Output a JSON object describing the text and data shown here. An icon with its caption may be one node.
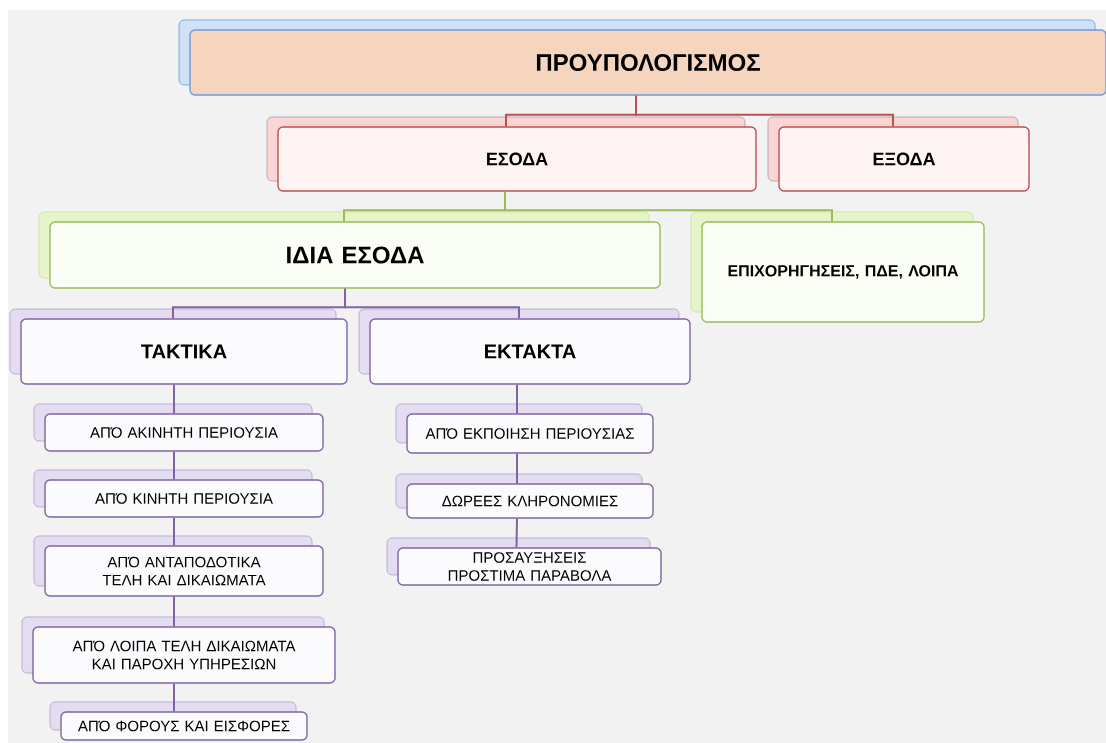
{
  "diagram": {
    "nodes": [
      {
        "text": [
          "ΠΡΟΥΠΟΛΟΓΙΣΜΟΣ"
        ]
      },
      {
        "text": [
          "ΕΣΟΔΑ"
        ]
      },
      {
        "text": [
          "ΕΞΟΔΑ"
        ]
      },
      {
        "text": [
          "ΙΔΙΑ ΕΣΟΔΑ"
        ]
      },
      {
        "text": [
          "ΕΠΙΧΟΡΗΓΗΣΕΙΣ, ΠΔΕ, ΛΟΙΠΑ"
        ]
      },
      {
        "text": [
          "ΤΑΚΤΙΚΑ"
        ]
      },
      {
        "text": [
          "ΕΚΤΑΚΤΑ"
        ]
      },
      {
        "text": [
          "ΑΠΌ ΑΚΙΝΗΤΗ ΠΕΡΙΟΥΣΙΑ"
        ]
      },
      {
        "text": [
          "ΑΠΌ ΚΙΝΗΤΗ ΠΕΡΙΟΥΣΙΑ"
        ]
      },
      {
        "text": [
          "ΑΠΌ ΑΝΤΑΠΟΔΟΤΙΚΑ ΤΕΛΗ ΚΑΙ ΔΙΚΑΙΩΜΑΤΑ"
        ]
      },
      {
        "text": [
          "ΑΠΌ ΛΟΙΠΑ ΤΕΛΗ ΔΙΚΑΙΩΜΑΤΑ ΚΑΙ ΠΑΡΟΧΗ ΥΠΗΡΕΣΙΩΝ"
        ]
      },
      {
        "text": [
          "ΑΠΌ ΦΟΡΟΥΣ ΚΑΙ ΕΙΣΦΟΡΕΣ"
        ]
      },
      {
        "text": [
          "ΑΠΌ ΕΚΠΟΙΗΣΗ ΠΕΡΙΟΥΣΙΑΣ"
        ]
      },
      {
        "text": [
          "ΔΩΡΕΕΣ ΚΛΗΡΟΝΟΜΙΕΣ"
        ]
      },
      {
        "text": [
          "ΠΡΟΣΑΥΞΗΣΕΙΣ ΠΡΟΣΤΙΜΑ ΠΑΡΑΒΟΛΑ"
        ]
      }
    ],
    "edges": [
      {
        "from": 0,
        "to": 1,
        "arrow": "none",
        "color": "#c0504d"
      },
      {
        "from": 0,
        "to": 2,
        "arrow": "none",
        "color": "#c0504d"
      },
      {
        "from": 1,
        "to": 3,
        "arrow": "none",
        "color": "#9bbb59"
      },
      {
        "from": 1,
        "to": 4,
        "arrow": "none",
        "color": "#9bbb59"
      },
      {
        "from": 3,
        "to": 5,
        "arrow": "none"
      },
      {
        "from": 3,
        "to": 6,
        "arrow": "none"
      },
      {
        "from": 5,
        "to": 7,
        "arrow": "none"
      },
      {
        "from": 7,
        "to": 8,
        "arrow": "none"
      },
      {
        "from": 8,
        "to": 9,
        "arrow": "none"
      },
      {
        "from": 9,
        "to": 10,
        "arrow": "none"
      },
      {
        "from": 10,
        "to": 11,
        "arrow": "none"
      },
      {
        "from": 6,
        "to": 12,
        "arrow": "none"
      },
      {
        "from": 12,
        "to": 13,
        "arrow": "none"
      },
      {
        "from": 13,
        "to": 14,
        "arrow": "none"
      }
    ]
  }
}
